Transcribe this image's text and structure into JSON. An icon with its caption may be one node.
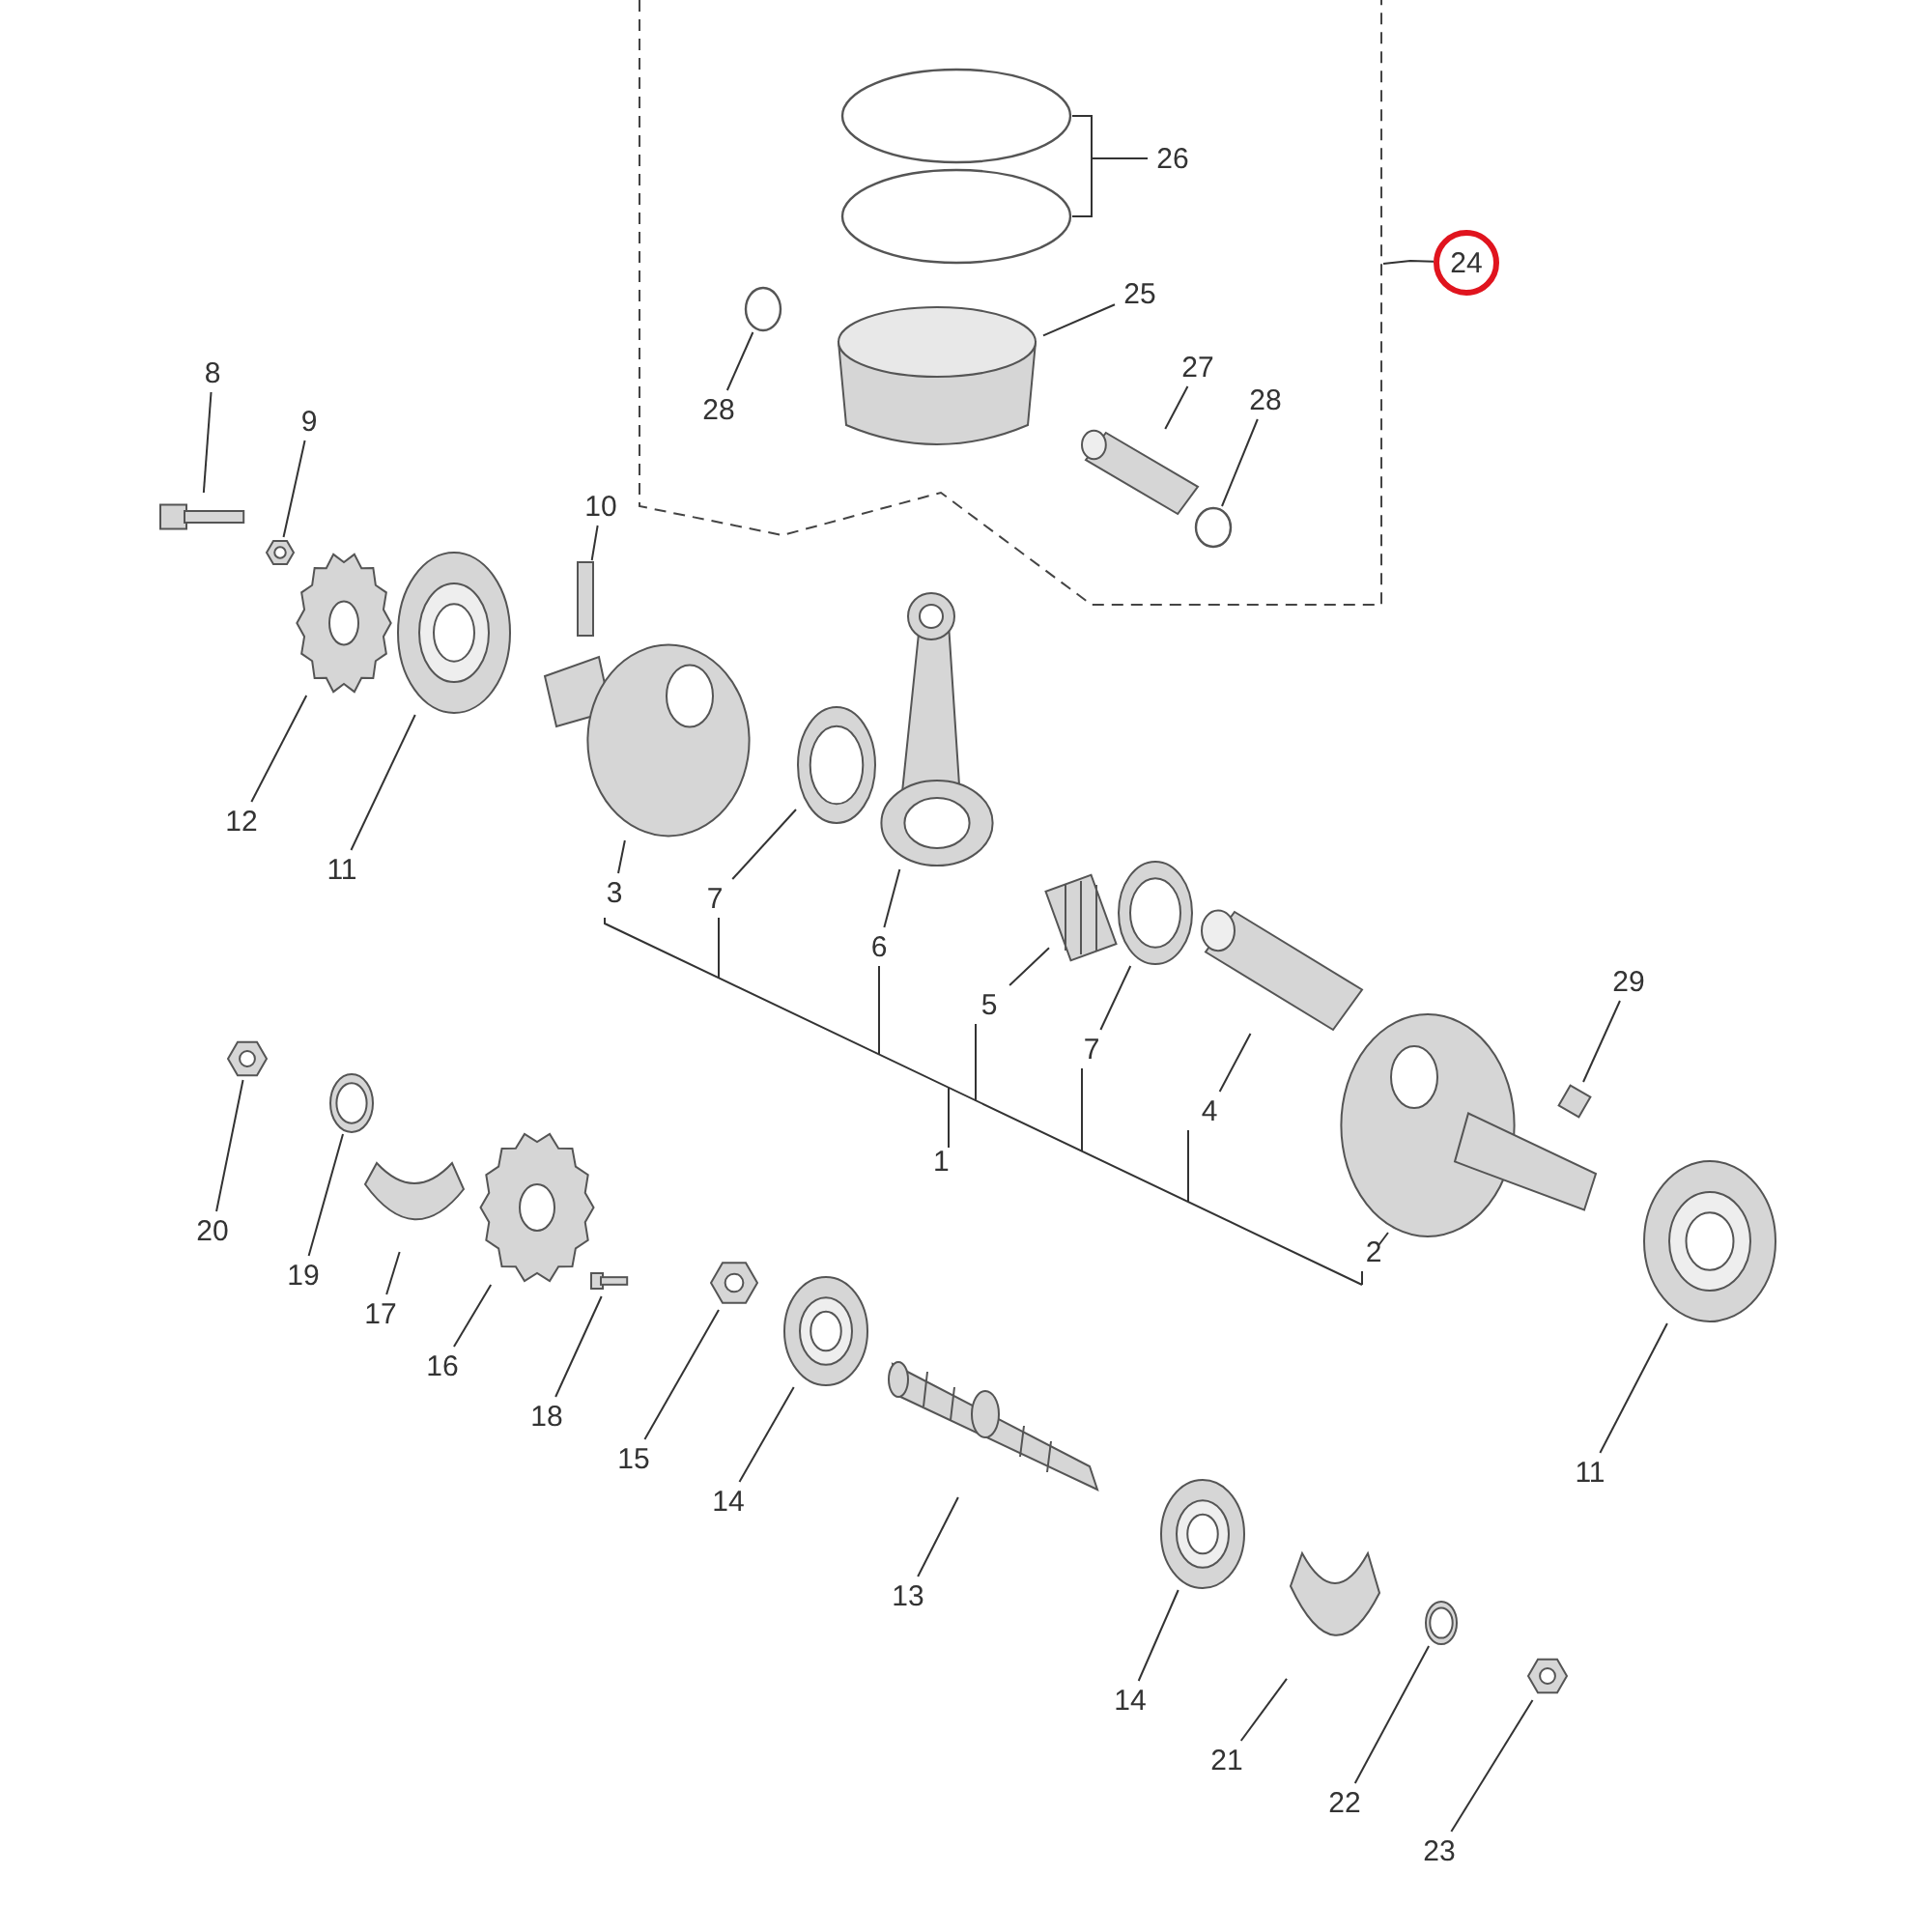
{
  "diagram": {
    "nodes": [
      {
        "text": [],
        "shape": "box"
      },
      {
        "text": [
          "24"
        ]
      },
      {
        "text": [
          "26"
        ],
        "in": 0
      },
      {
        "text": [],
        "shape": "circle",
        "in": 0
      },
      {
        "text": [],
        "shape": "circle",
        "in": 0
      },
      {
        "text": [
          "25"
        ],
        "in": 0
      },
      {
        "text": [],
        "shape": "cylinder",
        "in": 0
      },
      {
        "text": [
          "28"
        ],
        "in": 0
      },
      {
        "text": [],
        "shape": "circle",
        "in": 0
      },
      {
        "text": [
          "27"
        ],
        "in": 0
      },
      {
        "text": [],
        "shape": "picture",
        "in": 0
      },
      {
        "text": [
          "28"
        ],
        "in": 0
      },
      {
        "text": [],
        "shape": "circle",
        "in": 0
      },
      {
        "text": [
          "8"
        ]
      },
      {
        "text": [],
        "shape": "picture"
      },
      {
        "text": [
          "9"
        ]
      },
      {
        "text": [],
        "shape": "picture"
      },
      {
        "text": [
          "10"
        ]
      },
      {
        "text": [],
        "shape": "bar"
      },
      {
        "text": [
          "12"
        ]
      },
      {
        "text": [],
        "shape": "picture"
      },
      {
        "text": [
          "11"
        ]
      },
      {
        "text": [],
        "shape": "picture"
      },
      {
        "text": [
          "3"
        ]
      },
      {
        "text": [],
        "shape": "picture"
      },
      {
        "text": [
          "7"
        ]
      },
      {
        "text": [],
        "shape": "picture"
      },
      {
        "text": [
          "6"
        ]
      },
      {
        "text": [],
        "shape": "picture"
      },
      {
        "text": [
          "5"
        ]
      },
      {
        "text": [],
        "shape": "picture"
      },
      {
        "text": [
          "7"
        ]
      },
      {
        "text": [],
        "shape": "picture"
      },
      {
        "text": [
          "4"
        ]
      },
      {
        "text": [],
        "shape": "picture"
      },
      {
        "text": [
          "29"
        ]
      },
      {
        "text": [],
        "shape": "box"
      },
      {
        "text": [
          "2"
        ]
      },
      {
        "text": [],
        "shape": "picture"
      },
      {
        "text": [
          "11"
        ]
      },
      {
        "text": [],
        "shape": "picture"
      },
      {
        "text": [
          "20"
        ]
      },
      {
        "text": [],
        "shape": "picture"
      },
      {
        "text": [
          "19"
        ]
      },
      {
        "text": [],
        "shape": "picture"
      },
      {
        "text": [
          "17"
        ]
      },
      {
        "text": [],
        "shape": "picture"
      },
      {
        "text": [
          "16"
        ]
      },
      {
        "text": [],
        "shape": "picture"
      },
      {
        "text": [
          "18"
        ]
      },
      {
        "text": [],
        "shape": "picture"
      },
      {
        "text": [
          "15"
        ]
      },
      {
        "text": [],
        "shape": "picture"
      },
      {
        "text": [
          "14"
        ]
      },
      {
        "text": [],
        "shape": "picture"
      },
      {
        "text": [
          "13"
        ]
      },
      {
        "text": [],
        "shape": "picture"
      },
      {
        "text": [
          "14"
        ]
      },
      {
        "text": [],
        "shape": "picture"
      },
      {
        "text": [
          "21"
        ]
      },
      {
        "text": [],
        "shape": "picture"
      },
      {
        "text": [
          "22"
        ]
      },
      {
        "text": [],
        "shape": "picture"
      },
      {
        "text": [
          "23"
        ]
      },
      {
        "text": [],
        "shape": "picture"
      }
    ],
    "edges": [
      {
        "from": 1,
        "to": 0,
        "arrow": "none"
      },
      {
        "from": 2,
        "to": 3,
        "arrow": "none"
      },
      {
        "from": 2,
        "to": 4,
        "arrow": "none"
      },
      {
        "from": 5,
        "to": 6,
        "arrow": "none"
      },
      {
        "from": 7,
        "to": 8,
        "arrow": "none"
      },
      {
        "from": 9,
        "to": 10,
        "arrow": "none"
      },
      {
        "from": 11,
        "to": 12,
        "arrow": "none"
      },
      {
        "from": 13,
        "to": 14,
        "arrow": "none"
      },
      {
        "from": 15,
        "to": 16,
        "arrow": "none"
      },
      {
        "from": 17,
        "to": 18,
        "arrow": "none"
      },
      {
        "from": 19,
        "to": 20,
        "arrow": "none"
      },
      {
        "from": 21,
        "to": 22,
        "arrow": "none"
      },
      {
        "from": 23,
        "to": 24,
        "arrow": "none"
      },
      {
        "from": 25,
        "to": 26,
        "arrow": "none"
      },
      {
        "from": 27,
        "to": 28,
        "arrow": "none"
      },
      {
        "from": 29,
        "to": 30,
        "arrow": "none"
      },
      {
        "from": 31,
        "to": 32,
        "arrow": "none"
      },
      {
        "from": 33,
        "to": 34,
        "arrow": "none"
      },
      {
        "from": 35,
        "to": 36,
        "arrow": "none"
      },
      {
        "from": 37,
        "to": 38,
        "arrow": "none"
      },
      {
        "from": 39,
        "to": 40,
        "arrow": "none"
      },
      {
        "from": 41,
        "to": 42,
        "arrow": "none"
      },
      {
        "from": 43,
        "to": 44,
        "arrow": "none"
      },
      {
        "from": 45,
        "to": 46,
        "arrow": "none"
      },
      {
        "from": 47,
        "to": 48,
        "arrow": "none"
      },
      {
        "from": 49,
        "to": 50,
        "arrow": "none"
      },
      {
        "from": 51,
        "to": 52,
        "arrow": "none"
      },
      {
        "from": 53,
        "to": 54,
        "arrow": "none"
      },
      {
        "from": 55,
        "to": 56,
        "arrow": "none"
      },
      {
        "from": 57,
        "to": 58,
        "arrow": "none"
      },
      {
        "from": 59,
        "to": 60,
        "arrow": "none"
      },
      {
        "from": 61,
        "to": 62,
        "arrow": "none"
      },
      {
        "from": 63,
        "to": 64,
        "arrow": "none"
      }
    ],
    "labels": [
      "1"
    ]
  }
}
